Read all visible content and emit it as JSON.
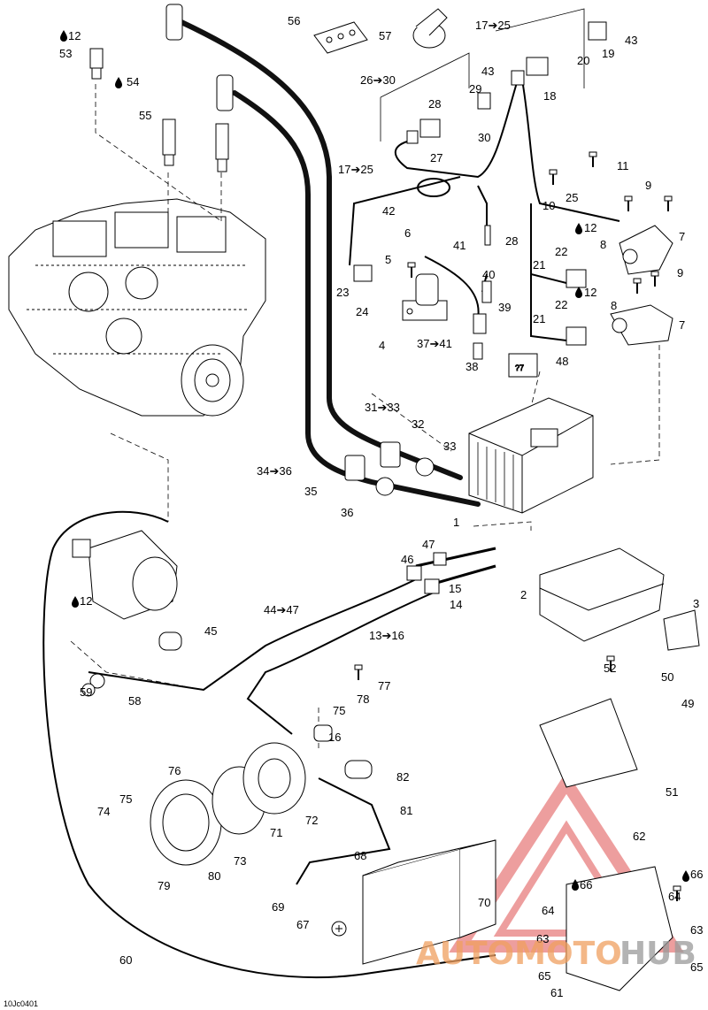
{
  "figure_code": "10Jc0401",
  "watermark": {
    "part1": "AUTOMOTO",
    "part2": "HUB",
    "color1": "#f0a060",
    "color2": "#9a9a9a",
    "triangle_color": "#e05050"
  },
  "colors": {
    "line": "#000000",
    "cable": "#111111",
    "paper": "#ffffff"
  },
  "callouts": [
    {
      "id": "c1",
      "text": "1"
    },
    {
      "id": "c2",
      "text": "2"
    },
    {
      "id": "c3",
      "text": "3"
    },
    {
      "id": "c4",
      "text": "4"
    },
    {
      "id": "c5",
      "text": "5"
    },
    {
      "id": "c6",
      "text": "6"
    },
    {
      "id": "c7a",
      "text": "7"
    },
    {
      "id": "c7b",
      "text": "7"
    },
    {
      "id": "c8a",
      "text": "8"
    },
    {
      "id": "c8b",
      "text": "8"
    },
    {
      "id": "c9a",
      "text": "9"
    },
    {
      "id": "c9b",
      "text": "9"
    },
    {
      "id": "c10",
      "text": "10"
    },
    {
      "id": "c11",
      "text": "11"
    },
    {
      "id": "c12a",
      "text": "12"
    },
    {
      "id": "c12b",
      "text": "12"
    },
    {
      "id": "c12c",
      "text": "12"
    },
    {
      "id": "c12d",
      "text": "12"
    },
    {
      "id": "c13",
      "text": "13➔16"
    },
    {
      "id": "c14",
      "text": "14"
    },
    {
      "id": "c15",
      "text": "15"
    },
    {
      "id": "c16",
      "text": "16"
    },
    {
      "id": "c17a",
      "text": "17➔25"
    },
    {
      "id": "c17b",
      "text": "17➔25"
    },
    {
      "id": "c18",
      "text": "18"
    },
    {
      "id": "c19",
      "text": "19"
    },
    {
      "id": "c20",
      "text": "20"
    },
    {
      "id": "c21a",
      "text": "21"
    },
    {
      "id": "c21b",
      "text": "21"
    },
    {
      "id": "c22a",
      "text": "22"
    },
    {
      "id": "c22b",
      "text": "22"
    },
    {
      "id": "c23",
      "text": "23"
    },
    {
      "id": "c24",
      "text": "24"
    },
    {
      "id": "c25",
      "text": "25"
    },
    {
      "id": "c26",
      "text": "26➔30"
    },
    {
      "id": "c27",
      "text": "27"
    },
    {
      "id": "c28a",
      "text": "28"
    },
    {
      "id": "c28b",
      "text": "28"
    },
    {
      "id": "c29",
      "text": "29"
    },
    {
      "id": "c30",
      "text": "30"
    },
    {
      "id": "c31",
      "text": "31➔33"
    },
    {
      "id": "c32",
      "text": "32"
    },
    {
      "id": "c33",
      "text": "33"
    },
    {
      "id": "c34",
      "text": "34➔36"
    },
    {
      "id": "c35",
      "text": "35"
    },
    {
      "id": "c36",
      "text": "36"
    },
    {
      "id": "c37",
      "text": "37➔41"
    },
    {
      "id": "c38",
      "text": "38"
    },
    {
      "id": "c39",
      "text": "39"
    },
    {
      "id": "c40",
      "text": "40"
    },
    {
      "id": "c41",
      "text": "41"
    },
    {
      "id": "c42",
      "text": "42"
    },
    {
      "id": "c43a",
      "text": "43"
    },
    {
      "id": "c43b",
      "text": "43"
    },
    {
      "id": "c44",
      "text": "44➔47"
    },
    {
      "id": "c45",
      "text": "45"
    },
    {
      "id": "c46",
      "text": "46"
    },
    {
      "id": "c47",
      "text": "47"
    },
    {
      "id": "c48",
      "text": "48"
    },
    {
      "id": "c49",
      "text": "49"
    },
    {
      "id": "c50",
      "text": "50"
    },
    {
      "id": "c51",
      "text": "51"
    },
    {
      "id": "c52",
      "text": "52"
    },
    {
      "id": "c53",
      "text": "53"
    },
    {
      "id": "c54",
      "text": "54"
    },
    {
      "id": "c55",
      "text": "55"
    },
    {
      "id": "c56",
      "text": "56"
    },
    {
      "id": "c57",
      "text": "57"
    },
    {
      "id": "c58",
      "text": "58"
    },
    {
      "id": "c59",
      "text": "59"
    },
    {
      "id": "c60",
      "text": "60"
    },
    {
      "id": "c61",
      "text": "61"
    },
    {
      "id": "c62",
      "text": "62"
    },
    {
      "id": "c63a",
      "text": "63"
    },
    {
      "id": "c63b",
      "text": "63"
    },
    {
      "id": "c64a",
      "text": "64"
    },
    {
      "id": "c64b",
      "text": "64"
    },
    {
      "id": "c65a",
      "text": "65"
    },
    {
      "id": "c65b",
      "text": "65"
    },
    {
      "id": "c66a",
      "text": "66"
    },
    {
      "id": "c66b",
      "text": "66"
    },
    {
      "id": "c67",
      "text": "67"
    },
    {
      "id": "c68",
      "text": "68"
    },
    {
      "id": "c69",
      "text": "69"
    },
    {
      "id": "c70",
      "text": "70"
    },
    {
      "id": "c71",
      "text": "71"
    },
    {
      "id": "c72",
      "text": "72"
    },
    {
      "id": "c73",
      "text": "73"
    },
    {
      "id": "c74",
      "text": "74"
    },
    {
      "id": "c75a",
      "text": "75"
    },
    {
      "id": "c75b",
      "text": "75"
    },
    {
      "id": "c76",
      "text": "76"
    },
    {
      "id": "c77",
      "text": "77"
    },
    {
      "id": "c78",
      "text": "78"
    },
    {
      "id": "c79",
      "text": "79"
    },
    {
      "id": "c80",
      "text": "80"
    },
    {
      "id": "c81",
      "text": "81"
    },
    {
      "id": "c82",
      "text": "82"
    }
  ],
  "chart_data": {
    "type": "exploded-parts-diagram",
    "part_callouts": [
      "1",
      "2",
      "3",
      "4",
      "5",
      "6",
      "7",
      "8",
      "9",
      "10",
      "11",
      "12",
      "13➔16",
      "14",
      "15",
      "16",
      "17➔25",
      "18",
      "19",
      "20",
      "21",
      "22",
      "23",
      "24",
      "25",
      "26➔30",
      "27",
      "28",
      "29",
      "30",
      "31➔33",
      "32",
      "33",
      "34➔36",
      "35",
      "36",
      "37➔41",
      "38",
      "39",
      "40",
      "41",
      "42",
      "43",
      "44➔47",
      "45",
      "46",
      "47",
      "48",
      "49",
      "50",
      "51",
      "52",
      "53",
      "54",
      "55",
      "56",
      "57",
      "58",
      "59",
      "60",
      "61",
      "62",
      "63",
      "64",
      "65",
      "66",
      "67",
      "68",
      "69",
      "70",
      "71",
      "72",
      "73",
      "74",
      "75",
      "76",
      "77",
      "78",
      "79",
      "80",
      "81",
      "82"
    ],
    "lubricant_symbol_callouts": [
      "12",
      "54",
      "66"
    ]
  }
}
